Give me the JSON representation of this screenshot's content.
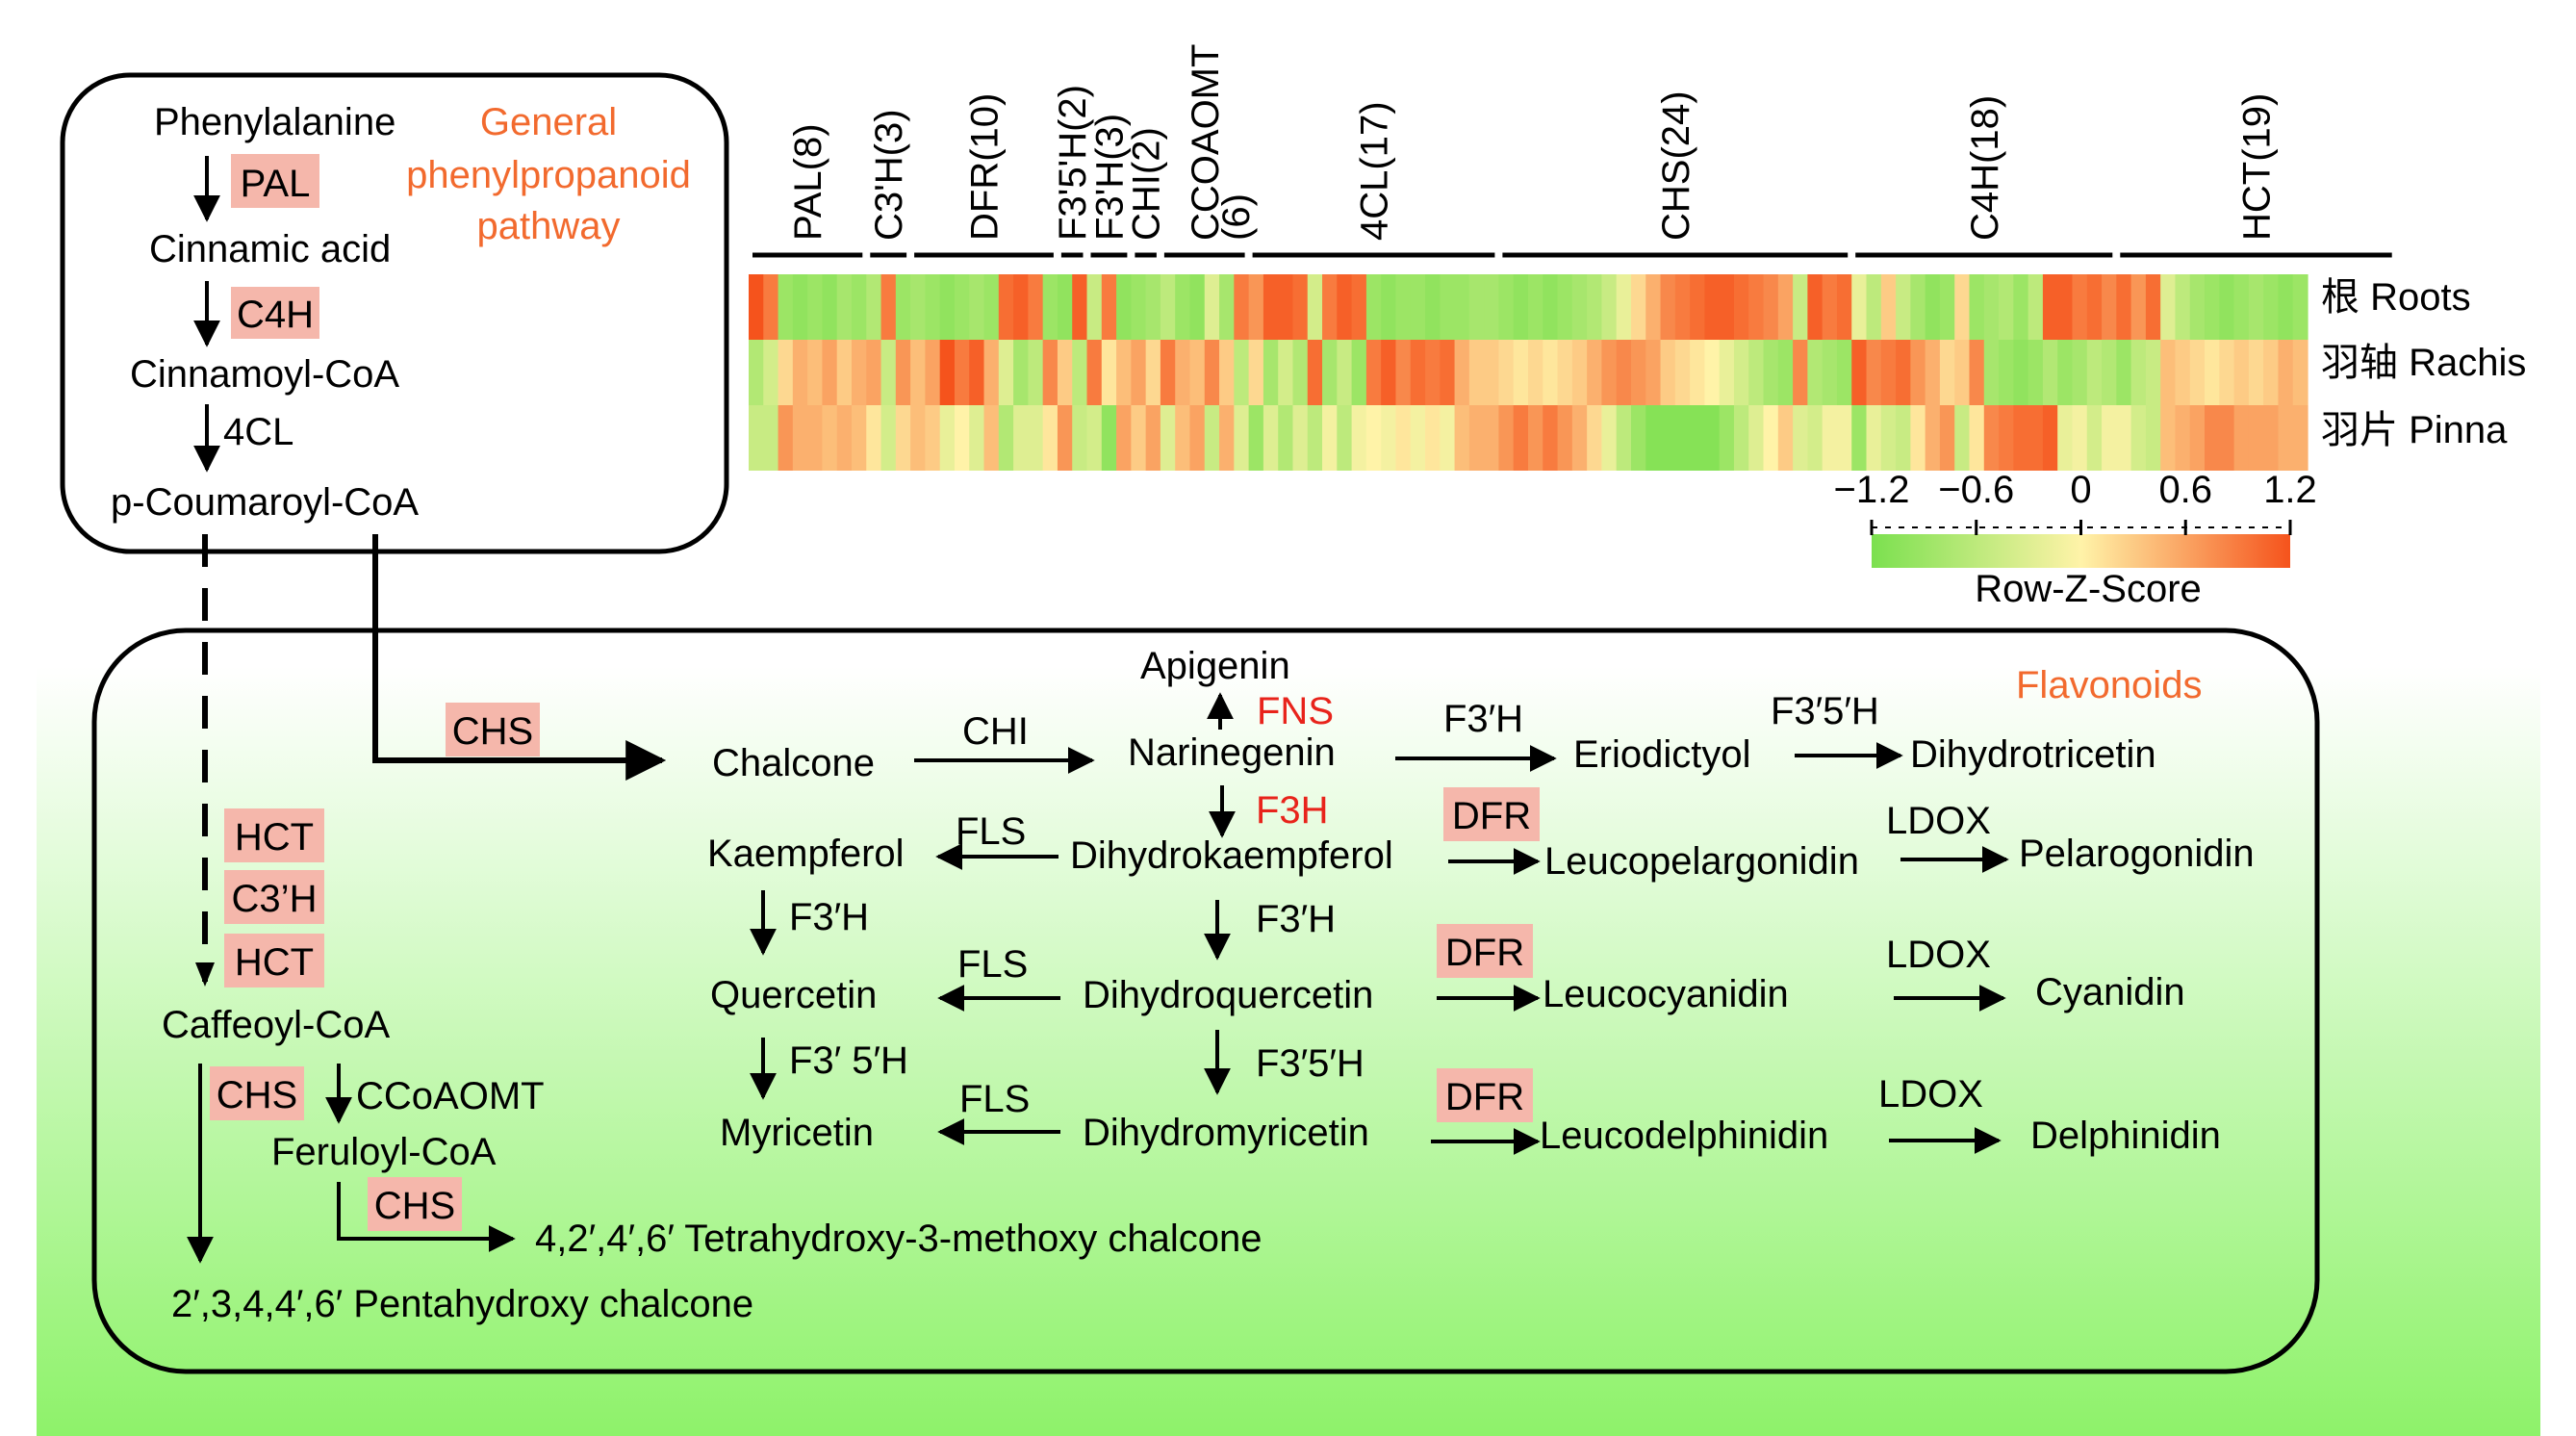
{
  "colors": {
    "background_top": "#ffffff",
    "background_bottom": "#8ef26a",
    "highlight_box": "#f5b7ab",
    "orange_text": "#f26a2e",
    "red_text": "#e8231b",
    "scale_low": "#7be04f",
    "scale_mid": "#fff3a8",
    "scale_high": "#f5531c"
  },
  "general_box": {
    "title_lines": [
      "General",
      "phenylpropanoid",
      "pathway"
    ],
    "compounds": [
      "Phenylalanine",
      "Cinnamic acid",
      "Cinnamoyl-CoA",
      "p-Coumaroyl-CoA"
    ],
    "enzymes": [
      "PAL",
      "C4H",
      "4CL"
    ]
  },
  "flavonoid_box": {
    "title": "Flavonoids",
    "compounds": {
      "apigenin": "Apigenin",
      "chalcone": "Chalcone",
      "narinegenin": "Narinegenin",
      "eriodictyol": "Eriodictyol",
      "dihydrotricetin": "Dihydrotricetin",
      "kaempferol": "Kaempferol",
      "dihydrokaempferol": "Dihydrokaempferol",
      "leucopelargonidin": "Leucopelargonidin",
      "pelarogonidin": "Pelarogonidin",
      "quercetin": "Quercetin",
      "dihydroquercetin": "Dihydroquercetin",
      "leucocyanidin": "Leucocyanidin",
      "cyanidin": "Cyanidin",
      "myricetin": "Myricetin",
      "dihydromyricetin": "Dihydromyricetin",
      "leucodelphinidin": "Leucodelphinidin",
      "delphinidin": "Delphinidin",
      "caffeoyl_coa": "Caffeoyl-CoA",
      "feruloyl_coa": "Feruloyl-CoA",
      "tetrahydroxy": "4,2′,4′,6′ Tetrahydroxy-3-methoxy chalcone",
      "pentahydroxy": "2′,3,4,4′,6′ Pentahydroxy chalcone"
    },
    "enzymes": {
      "chs_main": "CHS",
      "chi": "CHI",
      "fns": "FNS",
      "f3h_red": "F3H",
      "f3ph_top": "F3′H",
      "f35h_top": "F3′5′H",
      "fls1": "FLS",
      "fls2": "FLS",
      "fls3": "FLS",
      "dfr1": "DFR",
      "dfr2": "DFR",
      "dfr3": "DFR",
      "ldox1": "LDOX",
      "ldox2": "LDOX",
      "ldox3": "LDOX",
      "f3ph_left": "F3′H",
      "f3ph_mid": "F3′H",
      "f35h_left": "F3′ 5′H",
      "f35h_mid": "F3′5′H",
      "hct1": "HCT",
      "c3h": "C3’H",
      "hct2": "HCT",
      "chs_caffeoyl": "CHS",
      "ccoaomt": "CCoAOMT",
      "chs_feruloyl": "CHS"
    }
  },
  "heatmap": {
    "rows": [
      "根 Roots",
      "羽轴 Rachis",
      "羽片 Pinna"
    ],
    "groups": [
      {
        "label": "PAL(8)",
        "count": 8
      },
      {
        "label": "C3'H(3)",
        "count": 3
      },
      {
        "label": "DFR(10)",
        "count": 10
      },
      {
        "label": "F3'5'H(2)",
        "count": 2
      },
      {
        "label": "F3'H(3)",
        "count": 3
      },
      {
        "label": "CHI(2)",
        "count": 2
      },
      {
        "label": "CCOAOMT",
        "count": 6
      },
      {
        "label": "(6)",
        "count": 0
      },
      {
        "label": "4CL(17)",
        "count": 17
      },
      {
        "label": "CHS(24)",
        "count": 24
      },
      {
        "label": "C4H(18)",
        "count": 18
      },
      {
        "label": "HCT(19)",
        "count": 19
      }
    ],
    "color_scale": {
      "title": "Row-Z-Score",
      "ticks": [
        "−1.2",
        "−0.6",
        "0",
        "0.6",
        "1.2"
      ],
      "values": [
        -1.2,
        -0.6,
        0,
        0.6,
        1.2
      ]
    },
    "z_values": {
      "roots": [
        1.2,
        0.9,
        -0.9,
        -1.0,
        -0.9,
        -1.0,
        -0.8,
        -0.9,
        -0.7,
        0.9,
        -0.9,
        -0.8,
        -0.9,
        -1.0,
        -0.9,
        -0.8,
        -0.9,
        1.0,
        1.1,
        0.9,
        -0.9,
        -1.0,
        1.1,
        -0.5,
        0.9,
        -1.0,
        -0.9,
        -0.8,
        -0.6,
        -0.9,
        -1.0,
        -0.3,
        -0.8,
        0.9,
        0.7,
        1.1,
        1.1,
        1.0,
        -0.4,
        0.9,
        1.1,
        1.0,
        -0.9,
        -1.0,
        -0.9,
        -0.9,
        -1.0,
        -0.9,
        -0.9,
        -0.8,
        -0.8,
        -0.9,
        -1.0,
        -0.9,
        -1.0,
        -0.9,
        -0.8,
        -0.7,
        -0.5,
        -0.2,
        0.2,
        0.5,
        0.8,
        0.9,
        1.0,
        1.1,
        1.1,
        1.0,
        0.9,
        0.8,
        0.6,
        -0.5,
        1.1,
        0.9,
        1.0,
        -0.2,
        -0.6,
        0.3,
        -0.5,
        -0.8,
        -1.0,
        -0.9,
        0.2,
        -0.9,
        -0.8,
        -0.7,
        -0.9,
        -0.6,
        1.1,
        1.1,
        0.9,
        1.0,
        0.8,
        1.0,
        0.7,
        1.0,
        -0.3,
        -0.6,
        -0.8,
        -0.9,
        -1.0,
        -0.9,
        -0.8,
        -0.9,
        -1.0,
        -0.9
      ],
      "rachis": [
        -0.7,
        -0.4,
        0.2,
        0.5,
        0.4,
        0.6,
        0.3,
        0.5,
        0.6,
        -0.5,
        0.7,
        0.4,
        0.6,
        1.2,
        0.9,
        1.1,
        0.5,
        -0.3,
        -0.8,
        -0.6,
        0.8,
        0.3,
        -0.6,
        0.9,
        0.1,
        0.4,
        0.6,
        0.2,
        0.9,
        0.5,
        0.4,
        0.8,
        0.3,
        -0.6,
        0.2,
        -0.8,
        -0.4,
        -0.7,
        1.0,
        -0.8,
        -0.5,
        -0.9,
        0.9,
        1.1,
        0.8,
        1.0,
        0.9,
        1.0,
        0.5,
        0.3,
        0.3,
        0.2,
        0.1,
        0.2,
        0.1,
        0.2,
        0.3,
        0.5,
        0.7,
        0.8,
        0.7,
        0.6,
        0.3,
        0.2,
        0.1,
        0.0,
        -0.2,
        -0.4,
        -0.6,
        -0.8,
        -0.9,
        0.8,
        -0.7,
        -0.8,
        -0.9,
        1.1,
        0.8,
        0.9,
        1.0,
        0.7,
        0.5,
        0.2,
        0.3,
        0.8,
        -0.8,
        -0.9,
        -1.0,
        -0.9,
        -0.7,
        -0.9,
        -0.8,
        -0.6,
        -0.7,
        -0.9,
        -0.6,
        -0.5,
        0.4,
        0.3,
        0.2,
        0.1,
        0.2,
        0.3,
        0.2,
        0.3,
        0.5,
        0.4
      ],
      "pinna": [
        -0.5,
        -0.5,
        0.7,
        0.5,
        0.5,
        0.4,
        0.5,
        0.4,
        0.1,
        -0.4,
        0.2,
        0.4,
        0.3,
        -0.2,
        0.0,
        -0.3,
        0.4,
        -0.7,
        -0.3,
        -0.3,
        0.1,
        0.7,
        -0.5,
        -0.4,
        -1.0,
        0.6,
        0.3,
        0.6,
        -0.3,
        0.4,
        0.6,
        -0.5,
        0.5,
        -0.3,
        -0.9,
        -0.3,
        -0.7,
        -0.3,
        -0.6,
        -0.1,
        -0.6,
        -0.1,
        0.0,
        -0.1,
        0.1,
        -0.1,
        0.1,
        -0.1,
        0.4,
        0.5,
        0.5,
        0.7,
        0.9,
        0.7,
        0.9,
        0.7,
        0.5,
        0.2,
        -0.2,
        -0.6,
        -0.9,
        -1.1,
        -1.1,
        -1.1,
        -1.1,
        -1.1,
        -0.9,
        -0.6,
        -0.3,
        0.0,
        0.3,
        -0.3,
        -0.4,
        -0.1,
        -0.1,
        -0.9,
        -0.2,
        -0.4,
        -0.5,
        0.1,
        0.5,
        0.7,
        -0.5,
        0.1,
        0.8,
        0.9,
        1.0,
        1.0,
        1.1,
        -0.2,
        -0.1,
        -0.4,
        -0.1,
        -0.1,
        -0.4,
        -0.5,
        0.4,
        0.5,
        0.6,
        0.8,
        0.8,
        0.6,
        0.6,
        0.6,
        0.5,
        0.5
      ]
    }
  }
}
